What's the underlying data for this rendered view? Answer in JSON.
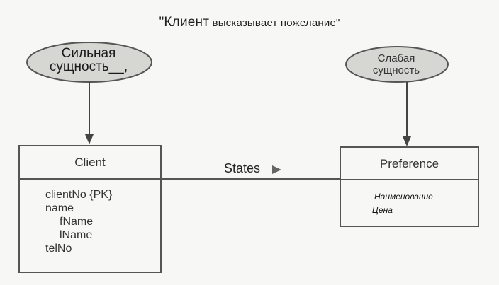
{
  "title": {
    "main": "\"Клиент",
    "rest": " высказывает пожелание\""
  },
  "strong_entity": {
    "line1": "Сильная",
    "line2": "сущность__,"
  },
  "weak_entity": {
    "line1": "Слабая",
    "line2": "сущность"
  },
  "client": {
    "name": "Client",
    "attributes": [
      "clientNo {PK}",
      "name",
      "fName",
      "lName",
      "telNo"
    ]
  },
  "relationship": {
    "label": "States"
  },
  "preference": {
    "name": "Preference",
    "attributes": [
      "Наименование",
      "Цена"
    ]
  }
}
